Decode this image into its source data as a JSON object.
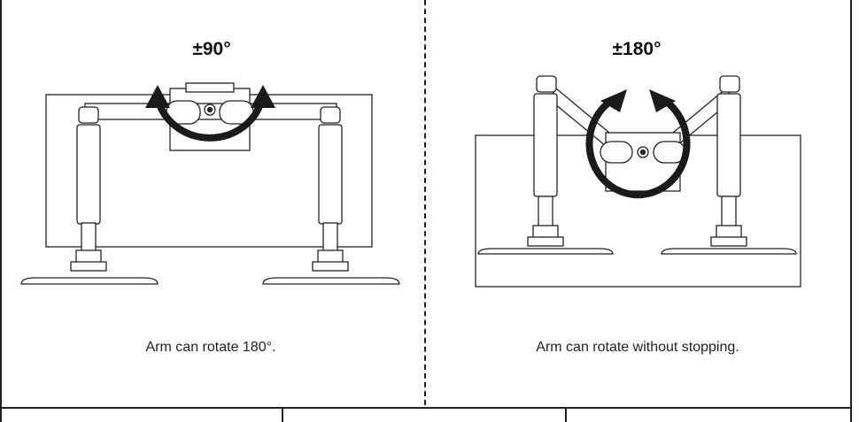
{
  "panels": [
    {
      "angle_label": "±90°",
      "caption": "Arm can rotate 180°."
    },
    {
      "angle_label": "±180°",
      "caption": "Arm can rotate without stopping."
    }
  ],
  "colors": {
    "line": "#222222",
    "arrow": "#1a1a1a",
    "background": "#ffffff"
  }
}
